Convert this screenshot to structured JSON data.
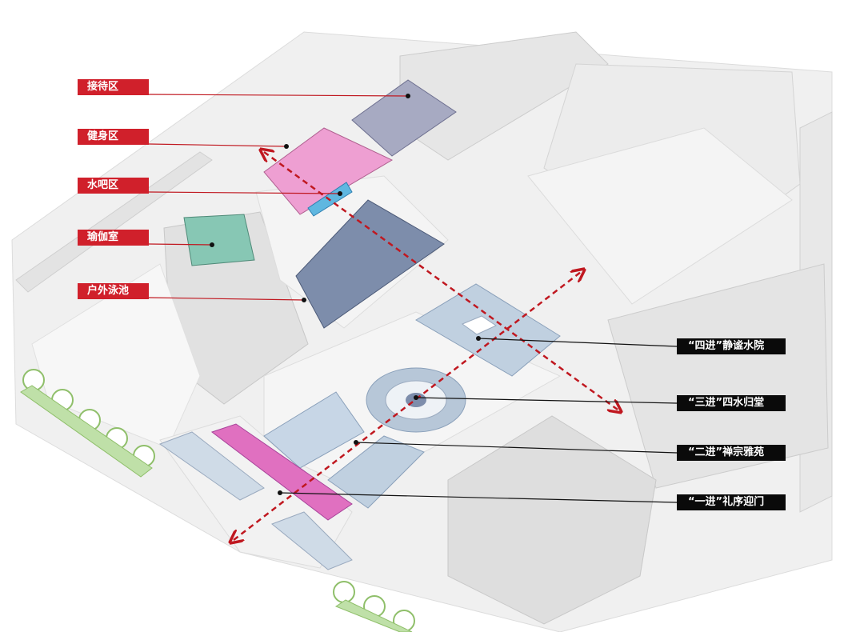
{
  "colors": {
    "red_label": "#d0202b",
    "black_label": "#0a0a0a",
    "reception": "#a7aac2",
    "fitness": "#ee9fd2",
    "water_bar": "#5fb7e0",
    "yoga": "#87c7b4",
    "pool": "#7d8dab",
    "courtyard": "#c0d0e0",
    "entry_gate": "#e070c0",
    "dashed_axis": "#c01820",
    "tree": "#8fbf6a"
  },
  "left_labels": [
    {
      "id": "reception",
      "text": "接待区"
    },
    {
      "id": "fitness",
      "text": "健身区"
    },
    {
      "id": "water_bar",
      "text": "水吧区"
    },
    {
      "id": "yoga",
      "text": "瑜伽室"
    },
    {
      "id": "pool",
      "text": "户外泳池"
    }
  ],
  "right_labels": [
    {
      "id": "fourth",
      "text": "“四进”静谧水院"
    },
    {
      "id": "third",
      "text": "“三进”四水归堂"
    },
    {
      "id": "second",
      "text": "“二进”禅宗雅苑"
    },
    {
      "id": "first",
      "text": "“一进”礼序迎门"
    }
  ]
}
